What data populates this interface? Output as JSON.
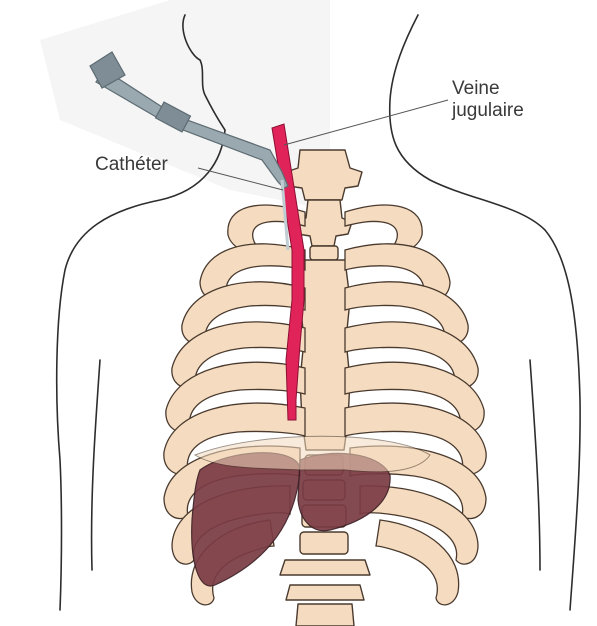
{
  "labels": {
    "vein_line1": "Veine",
    "vein_line2": "jugulaire",
    "catheter": "Cathéter"
  },
  "colors": {
    "bone_fill": "#f5dcc0",
    "bone_stroke": "#4a3a2e",
    "vein": "#e0245a",
    "catheter": "#9aa9b0",
    "catheter_dark": "#7f8e96",
    "liver": "#7a3b44",
    "outline": "#2d2d2d",
    "neck_shade": "#f2f2f2"
  },
  "icons": [
    "catheter-syringe-icon",
    "jugular-vein-icon",
    "rib-cage-icon",
    "spine-icon",
    "liver-icon",
    "body-outline-icon"
  ]
}
